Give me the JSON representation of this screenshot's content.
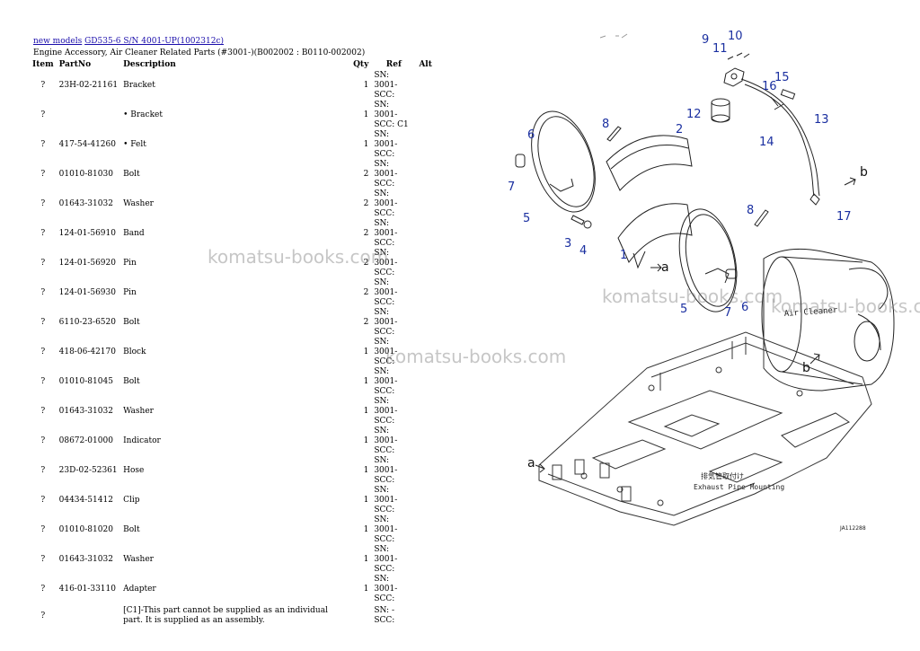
{
  "breadcrumb": {
    "link1": "new models",
    "link2": "GD535-6 S/N 4001-UP(1002312c)"
  },
  "subtitle": "Engine Accessory, Air Cleaner Related Parts (#3001-)(B002002 : B0110-002002)",
  "table": {
    "headers": {
      "item": "Item",
      "partno": "PartNo",
      "desc": "Description",
      "qty": "Qty",
      "ref": "Ref",
      "alt": "Alt"
    },
    "rows": [
      {
        "item": "?",
        "partno": "23H-02-21161",
        "desc": "Bracket",
        "qty": "1",
        "ref": "SN: 3001- SCC:"
      },
      {
        "item": "?",
        "partno": "",
        "desc": "• Bracket",
        "qty": "1",
        "ref": "SN: 3001- SCC: C1"
      },
      {
        "item": "?",
        "partno": "417-54-41260",
        "desc": "• Felt",
        "qty": "1",
        "ref": "SN: 3001- SCC:"
      },
      {
        "item": "?",
        "partno": "01010-81030",
        "desc": "Bolt",
        "qty": "2",
        "ref": "SN: 3001- SCC:"
      },
      {
        "item": "?",
        "partno": "01643-31032",
        "desc": "Washer",
        "qty": "2",
        "ref": "SN: 3001- SCC:"
      },
      {
        "item": "?",
        "partno": "124-01-56910",
        "desc": "Band",
        "qty": "2",
        "ref": "SN: 3001- SCC:"
      },
      {
        "item": "?",
        "partno": "124-01-56920",
        "desc": "Pin",
        "qty": "2",
        "ref": "SN: 3001- SCC:"
      },
      {
        "item": "?",
        "partno": "124-01-56930",
        "desc": "Pin",
        "qty": "2",
        "ref": "SN: 3001- SCC:"
      },
      {
        "item": "?",
        "partno": "6110-23-6520",
        "desc": "Bolt",
        "qty": "2",
        "ref": "SN: 3001- SCC:"
      },
      {
        "item": "?",
        "partno": "418-06-42170",
        "desc": "Block",
        "qty": "1",
        "ref": "SN: 3001- SCC:"
      },
      {
        "item": "?",
        "partno": "01010-81045",
        "desc": "Bolt",
        "qty": "1",
        "ref": "SN: 3001- SCC:"
      },
      {
        "item": "?",
        "partno": "01643-31032",
        "desc": "Washer",
        "qty": "1",
        "ref": "SN: 3001- SCC:"
      },
      {
        "item": "?",
        "partno": "08672-01000",
        "desc": "Indicator",
        "qty": "1",
        "ref": "SN: 3001- SCC:"
      },
      {
        "item": "?",
        "partno": "23D-02-52361",
        "desc": "Hose",
        "qty": "1",
        "ref": "SN: 3001- SCC:"
      },
      {
        "item": "?",
        "partno": "04434-51412",
        "desc": "Clip",
        "qty": "1",
        "ref": "SN: 3001- SCC:"
      },
      {
        "item": "?",
        "partno": "01010-81020",
        "desc": "Bolt",
        "qty": "1",
        "ref": "SN: 3001- SCC:"
      },
      {
        "item": "?",
        "partno": "01643-31032",
        "desc": "Washer",
        "qty": "1",
        "ref": "SN: 3001- SCC:"
      },
      {
        "item": "?",
        "partno": "416-01-33110",
        "desc": "Adapter",
        "qty": "1",
        "ref": "SN: 3001- SCC:"
      }
    ],
    "note": {
      "item": "?",
      "desc": "[C1]-This part cannot be supplied as an individual part. It is supplied as an assembly.",
      "ref": "SN: - SCC:"
    }
  },
  "diagram": {
    "callouts": [
      "1",
      "2",
      "3",
      "4",
      "5",
      "5",
      "6",
      "6",
      "7",
      "7",
      "8",
      "8",
      "9",
      "10",
      "11",
      "12",
      "13",
      "14",
      "15",
      "16",
      "17",
      "a",
      "a",
      "b",
      "b"
    ],
    "air_cleaner_label": "Air Cleaner",
    "exhaust_label": "Exhaust Pipe Mounting",
    "jp_label": "排気管取付け",
    "figure_id": "JA112288",
    "callout_color": "#1a2fa0"
  },
  "watermark": "komatsu-books.com"
}
